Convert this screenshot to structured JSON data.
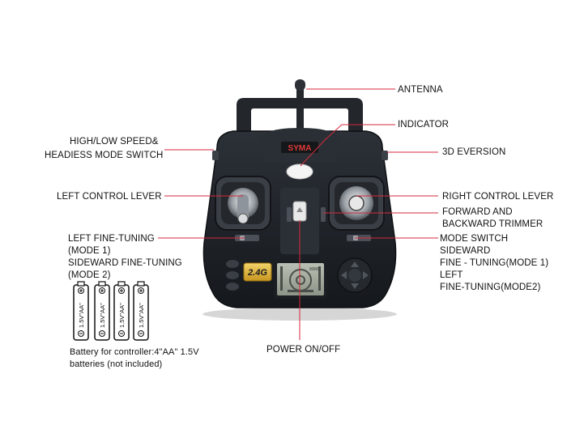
{
  "labels": {
    "antenna": "ANTENNA",
    "indicator": "INDICATOR",
    "speed_switch_1": "HIGH/LOW SPEED&",
    "speed_switch_2": "HEADIESS MODE SWITCH",
    "eversion": "3D EVERSION",
    "left_lever": "LEFT CONTROL LEVER",
    "right_lever": "RIGHT CONTROL LEVER",
    "forward_trimmer_1": "FORWARD AND",
    "forward_trimmer_2": "BACKWARD TRIMMER",
    "left_fine_1": "LEFT FINE-TUNING",
    "left_fine_2": "(MODE 1)",
    "left_fine_3": "SIDEWARD FINE-TUNING",
    "left_fine_4": "(MODE 2)",
    "mode_switch": "MODE SWITCH",
    "sideward": "SIDEWARD",
    "fine_tuning_mode1": "FINE - TUNING(MODE 1)",
    "left": "LEFT",
    "fine_tuning_mode2": "FINE-TUNING(MODE2)",
    "power": "POWER ON/OFF",
    "battery_1": "Battery for controller:4\"AA\" 1.5V",
    "battery_2": "batteries (not included)"
  },
  "controller": {
    "brand": "SYMA",
    "frequency": "2.4G",
    "lcd_text": "8888"
  },
  "battery_label": "1.5V\"AA\"",
  "colors": {
    "leader": "#d42a3c",
    "body": "#1f2329",
    "label": "#111111"
  }
}
